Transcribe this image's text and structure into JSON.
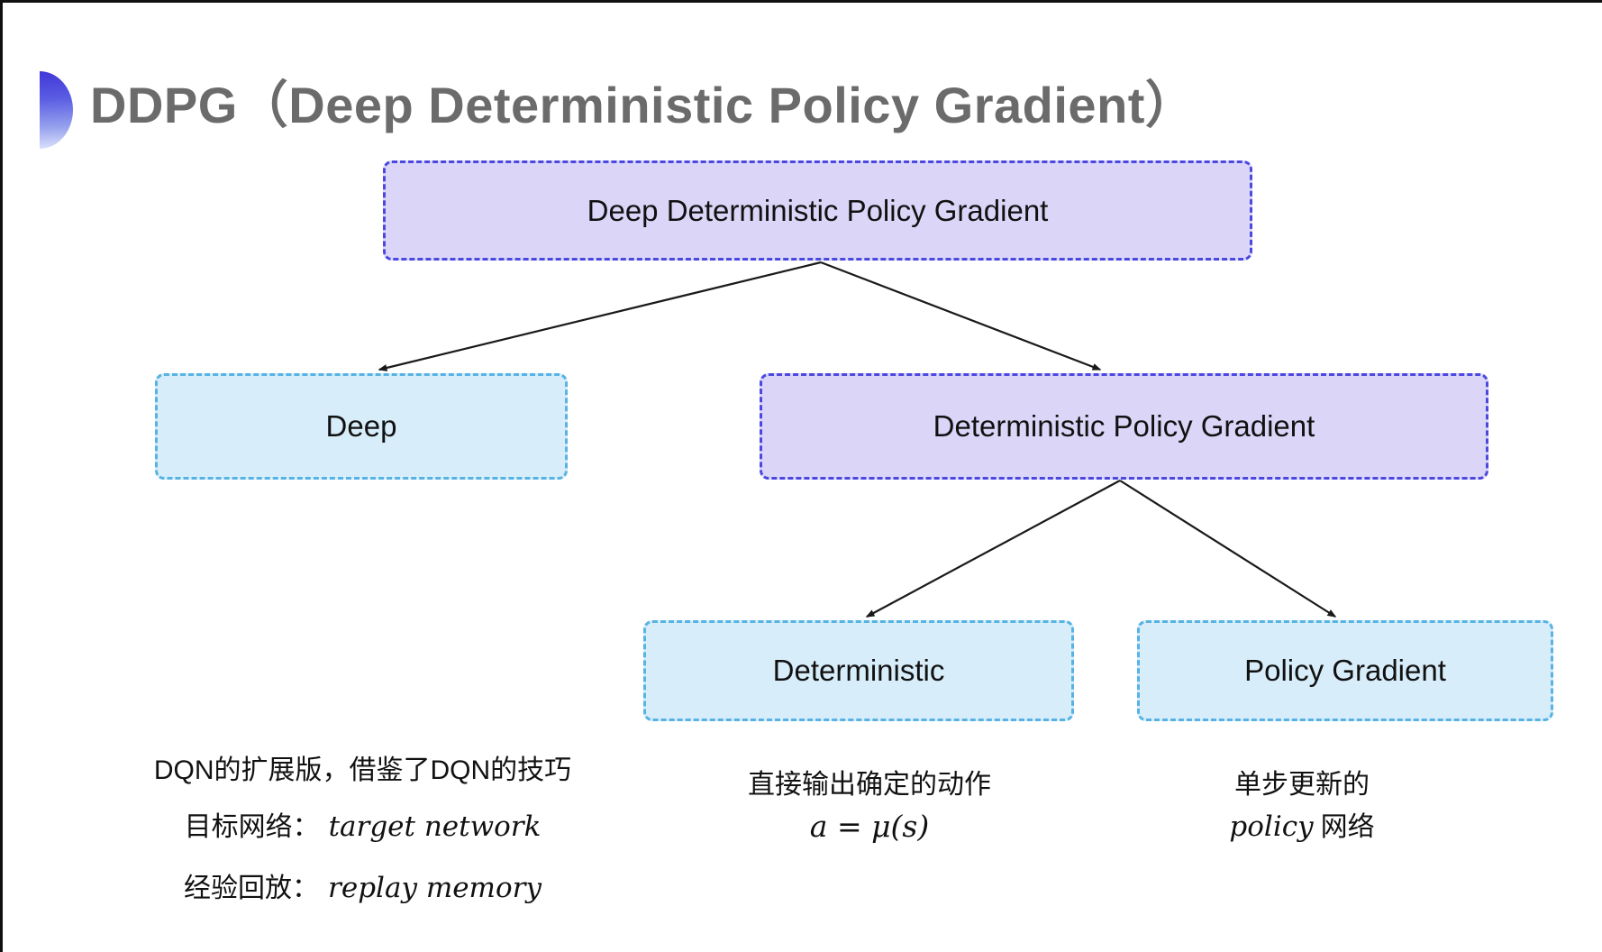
{
  "title": {
    "text": "DDPG（Deep Deterministic Policy Gradient）"
  },
  "nodes": {
    "root": "Deep Deterministic Policy Gradient",
    "deep": "Deep",
    "dpg": "Deterministic Policy Gradient",
    "deterministic": "Deterministic",
    "policy_gradient": "Policy Gradient"
  },
  "notes": {
    "deep": {
      "line1": "DQN的扩展版，借鉴了DQN的技巧",
      "target_label": "目标网络：",
      "target_value": "target network",
      "replay_label": "经验回放：",
      "replay_value": "replay memory"
    },
    "deterministic": {
      "line1": "直接输出确定的动作",
      "formula": "a = μ(s)"
    },
    "policy_gradient": {
      "line1": "单步更新的",
      "word_italic": "policy",
      "word_rest": "网络"
    }
  },
  "colors": {
    "purple_fill": "#dbd6f8",
    "purple_border": "#4b48e0",
    "cyan_fill": "#d8edfa",
    "cyan_border": "#56b3e3",
    "arrow": "#1a1a1a",
    "title_text": "#6b6b6b",
    "bullet_gradient_top": "#4237d8",
    "bullet_gradient_bottom": "#dde3fb"
  }
}
